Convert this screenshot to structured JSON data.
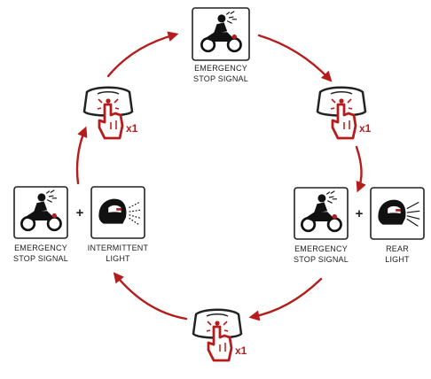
{
  "colors": {
    "accent": "#b71c1c",
    "ink": "#1e1e1e",
    "background": "#ffffff"
  },
  "plus_symbol": "+",
  "states": {
    "top": {
      "label_lines": [
        "EMERGENCY",
        "STOP SIGNAL"
      ],
      "icon": "motorcycle-rider-icon"
    },
    "right": {
      "plus": "+",
      "left_icon": {
        "icon": "motorcycle-rider-icon",
        "label_lines": [
          "EMERGENCY",
          "STOP SIGNAL"
        ]
      },
      "right_icon": {
        "icon": "helmet-rear-light-icon",
        "label_lines": [
          "REAR",
          "LIGHT"
        ]
      }
    },
    "left": {
      "plus": "+",
      "left_icon": {
        "icon": "motorcycle-rider-icon",
        "label_lines": [
          "EMERGENCY",
          "STOP SIGNAL"
        ]
      },
      "right_icon": {
        "icon": "helmet-intermittent-light-icon",
        "label_lines": [
          "INTERMITTENT",
          "LIGHT"
        ]
      }
    }
  },
  "transitions": [
    {
      "id": "top-left",
      "icon": "press-button-icon",
      "multiplier": "x1"
    },
    {
      "id": "top-right",
      "icon": "press-button-icon",
      "multiplier": "x1"
    },
    {
      "id": "bottom",
      "icon": "press-button-icon",
      "multiplier": "x1"
    }
  ]
}
